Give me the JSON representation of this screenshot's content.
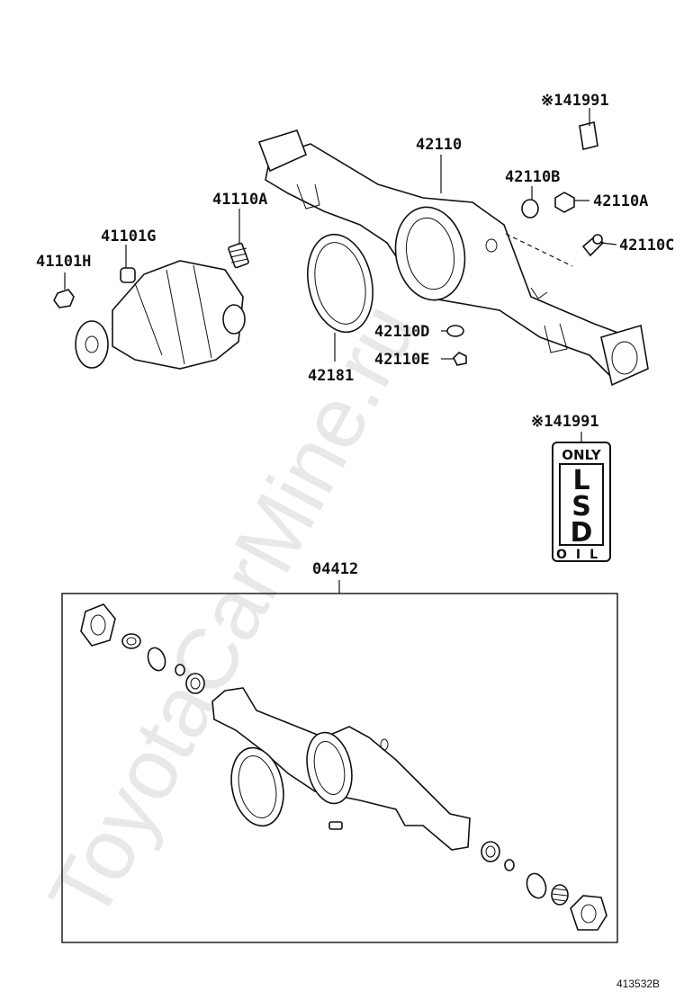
{
  "parts": {
    "p41991_top": "※141991",
    "p42110": "42110",
    "p42110B": "42110B",
    "p42110A_right": "42110A",
    "p42110C": "42110C",
    "p41110A": "41110A",
    "p41101G": "41101G",
    "p41101H": "41101H",
    "p42110D": "42110D",
    "p42110E": "42110E",
    "p42181": "42181",
    "p41991_badge": "※141991",
    "p04412": "04412"
  },
  "badge": {
    "top": "ONLY",
    "l": "L",
    "s": "S",
    "d": "D",
    "bottom": "OIL"
  },
  "watermark": "ToyotaCarMine.ru",
  "diagram_ref": "413532B"
}
